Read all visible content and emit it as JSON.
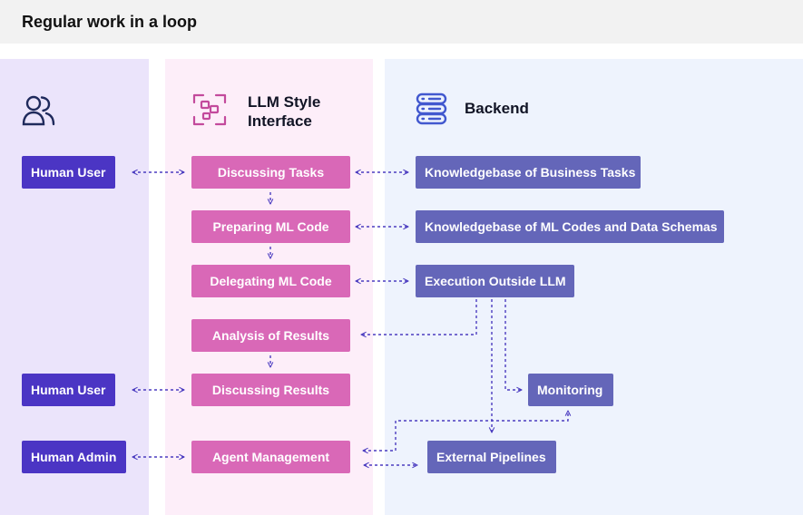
{
  "header": {
    "title": "Regular work in a loop"
  },
  "columns": {
    "users": {
      "icon": "users-icon"
    },
    "llm": {
      "title_line1": "LLM Style",
      "title_line2": "Interface",
      "icon": "interface-icon"
    },
    "backend": {
      "title": "Backend",
      "icon": "server-icon"
    }
  },
  "users": [
    "Human User",
    "Human User",
    "Human Admin"
  ],
  "llm_steps": [
    "Discussing Tasks",
    "Preparing ML Code",
    "Delegating ML Code",
    "Analysis of Results",
    "Discussing Results",
    "Agent Management"
  ],
  "backend": [
    "Knowledgebase of Business Tasks",
    "Knowledgebase of ML Codes and Data Schemas",
    "Execution Outside LLM",
    "Monitoring",
    "External Pipelines"
  ],
  "colors": {
    "user": "#4b35c4",
    "llm": "#d968b7",
    "backend": "#6466b9",
    "connector": "#4b3cc0"
  }
}
